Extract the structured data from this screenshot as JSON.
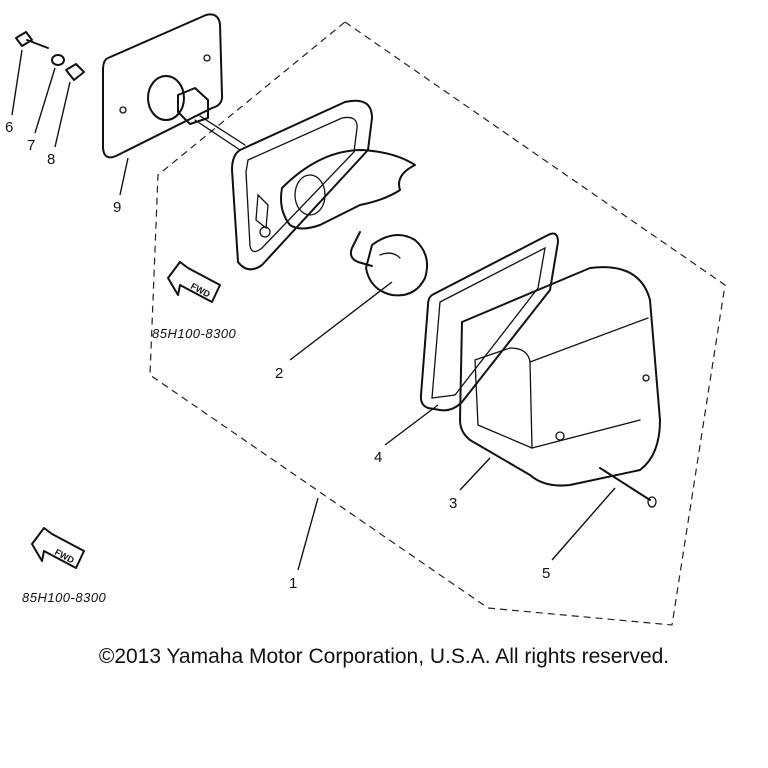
{
  "callouts": [
    "2",
    "3",
    "4",
    "5",
    "6",
    "7",
    "8",
    "9",
    "1"
  ],
  "fwd_label": "FWD",
  "part_code": "85H100-8300",
  "copyright": "©2013 Yamaha Motor Corporation, U.S.A. All rights reserved."
}
